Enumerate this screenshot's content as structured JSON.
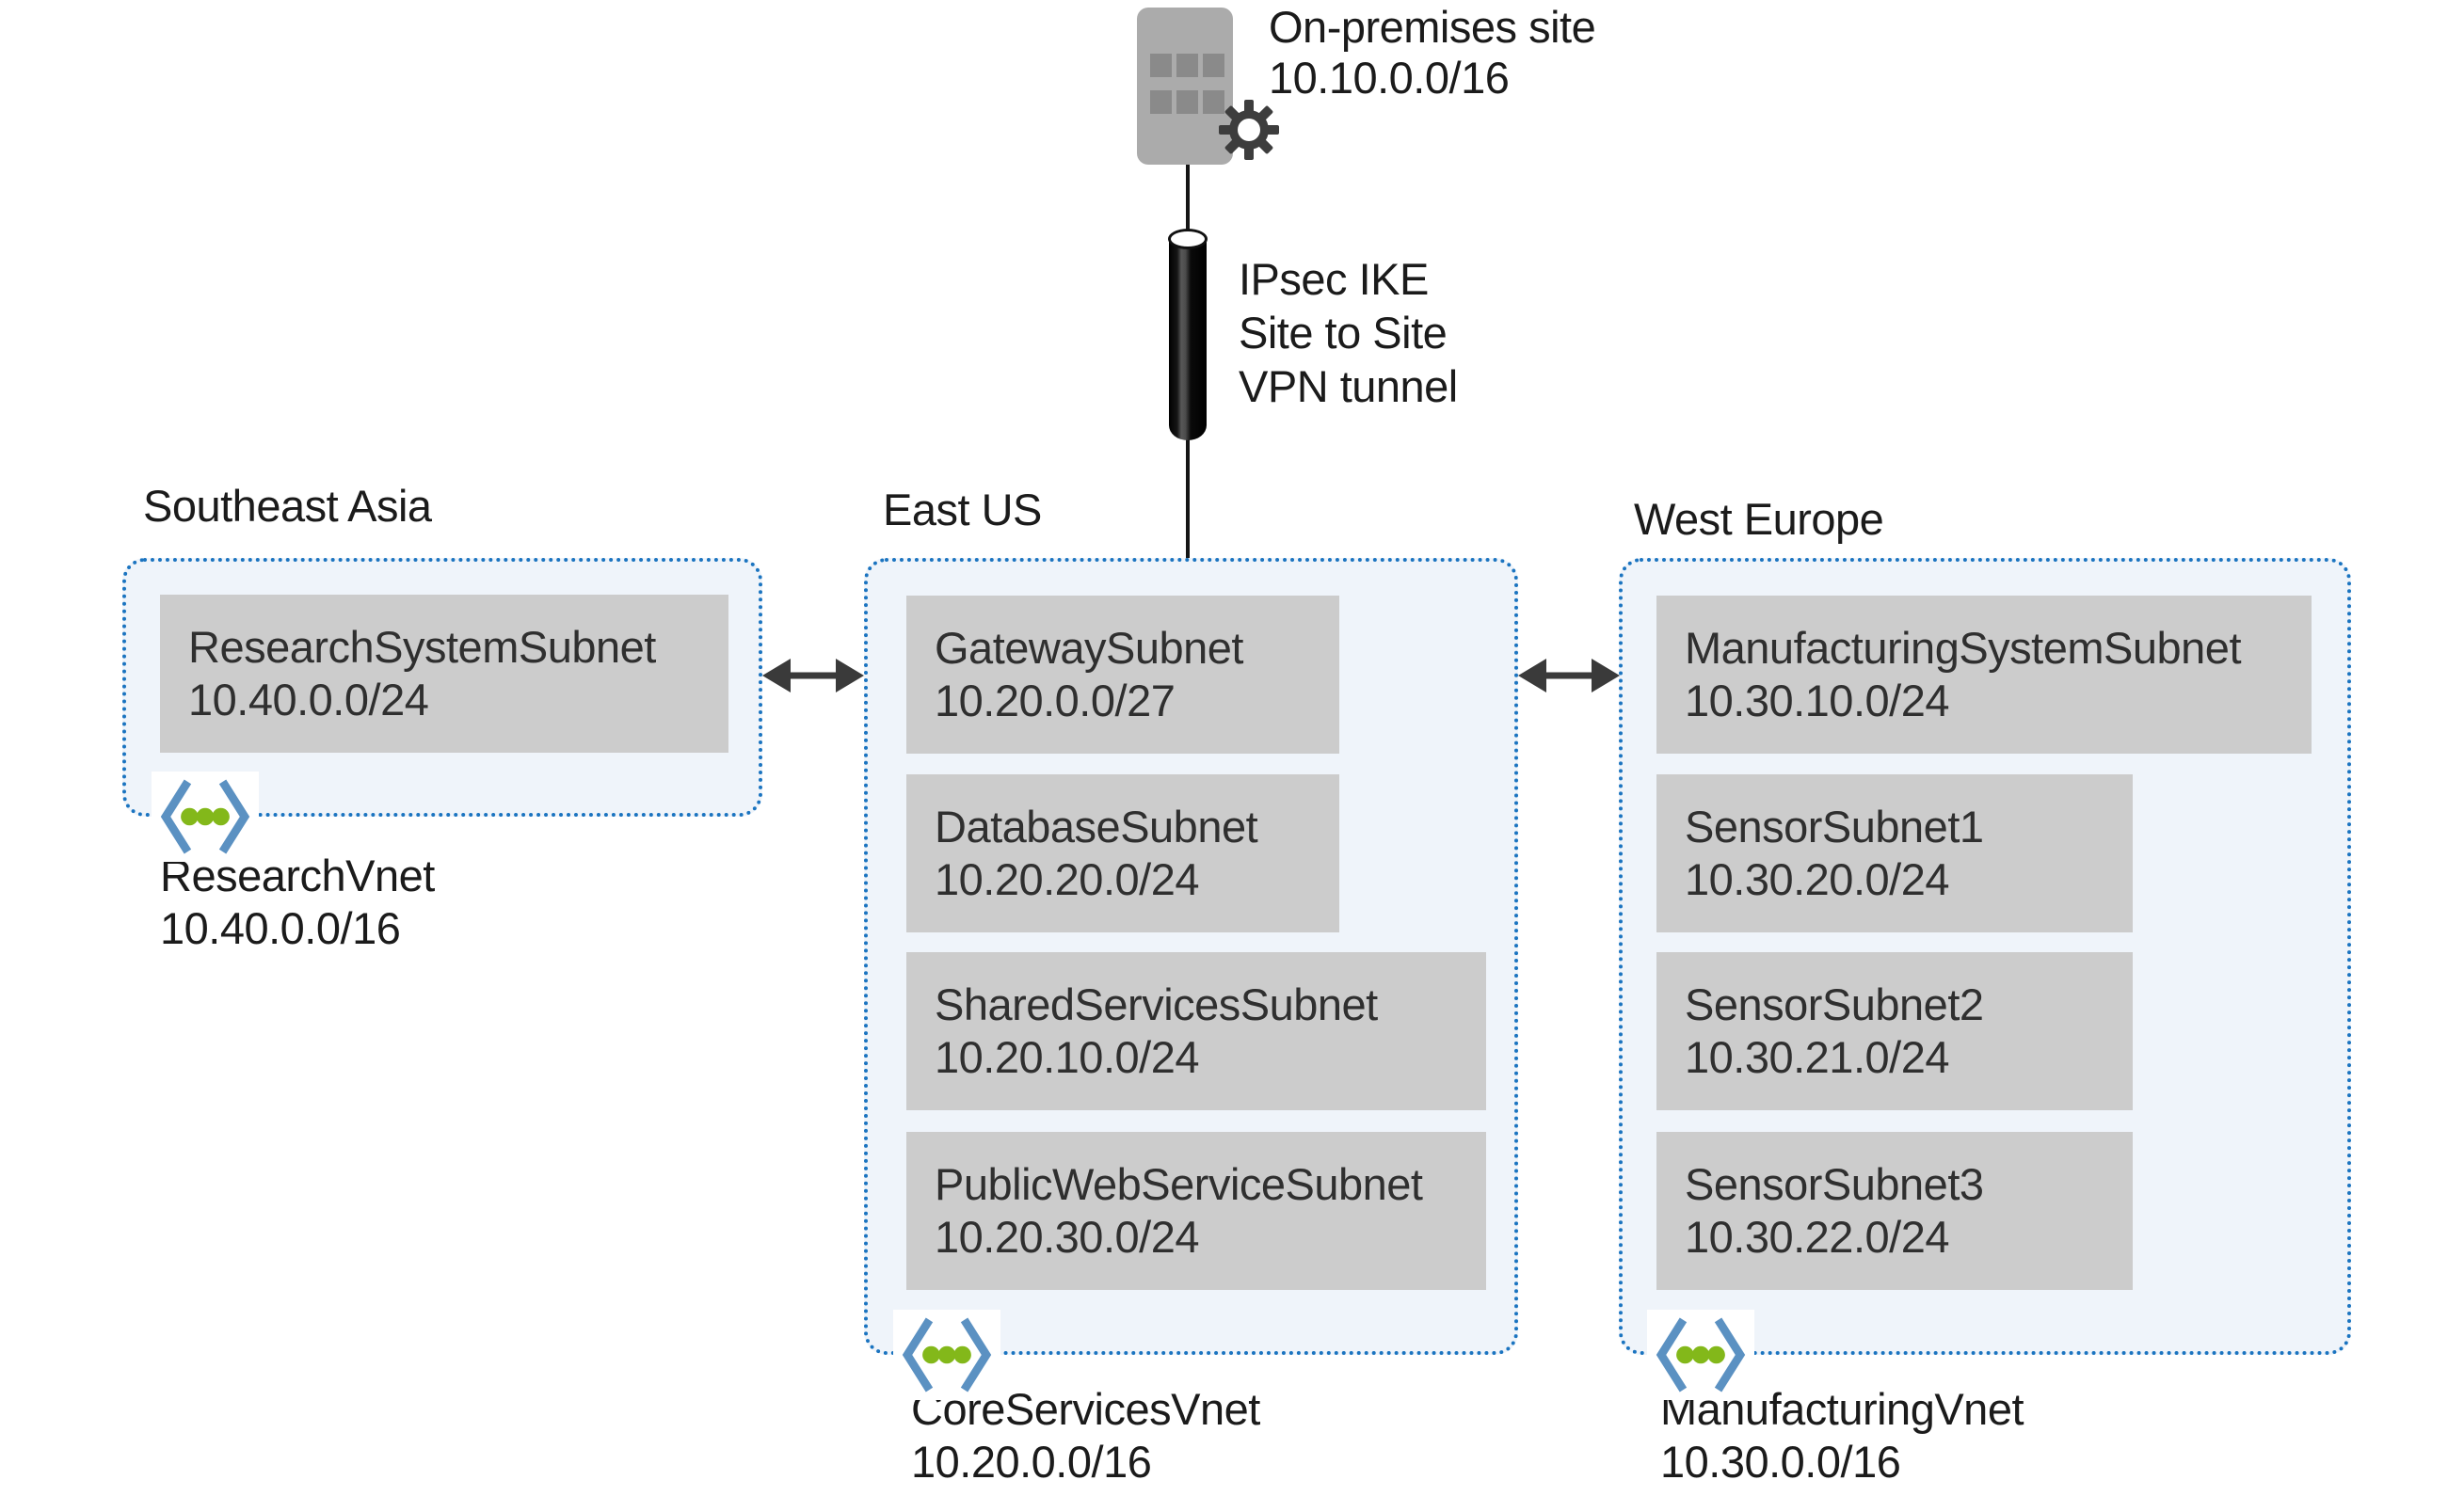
{
  "diagram": {
    "onprem": {
      "label": "On-premises site",
      "cidr": "10.10.0.0/16"
    },
    "tunnel": {
      "lines": [
        "IPsec IKE",
        "Site to Site",
        "VPN tunnel"
      ]
    },
    "regions": [
      {
        "name": "Southeast Asia",
        "vnet": {
          "name": "ResearchVnet",
          "cidr": "10.40.0.0/16"
        },
        "subnets": [
          {
            "name": "ResearchSystemSubnet",
            "cidr": "10.40.0.0/24"
          }
        ]
      },
      {
        "name": "East US",
        "vnet": {
          "name": "CoreServicesVnet",
          "cidr": "10.20.0.0/16"
        },
        "subnets": [
          {
            "name": "GatewaySubnet",
            "cidr": "10.20.0.0/27"
          },
          {
            "name": "DatabaseSubnet",
            "cidr": "10.20.20.0/24"
          },
          {
            "name": "SharedServicesSubnet",
            "cidr": "10.20.10.0/24"
          },
          {
            "name": "PublicWebServiceSubnet",
            "cidr": "10.20.30.0/24"
          }
        ]
      },
      {
        "name": "West Europe",
        "vnet": {
          "name": "ManufacturingVnet",
          "cidr": "10.30.0.0/16"
        },
        "subnets": [
          {
            "name": "ManufacturingSystemSubnet",
            "cidr": "10.30.10.0/24"
          },
          {
            "name": "SensorSubnet1",
            "cidr": "10.30.20.0/24"
          },
          {
            "name": "SensorSubnet2",
            "cidr": "10.30.21.0/24"
          },
          {
            "name": "SensorSubnet3",
            "cidr": "10.30.22.0/24"
          }
        ]
      }
    ],
    "icons": {
      "onprem": "office-building-with-gear-icon",
      "tunnel": "pipe-cylinder-icon",
      "vnet": "virtual-network-brackets-dots-icon",
      "peering": "double-headed-arrow-icon"
    },
    "colors": {
      "region_border": "#1b74c0",
      "region_fill": "#eff4fa",
      "subnet_fill": "#cccccc",
      "subnet_text": "#2f2f2f",
      "label_text": "#1b1b1b",
      "arrow": "#3a3a3a",
      "vnet_bracket": "#5b91c2",
      "vnet_dot": "#83b81a",
      "building": "#ababab",
      "building_window": "#8a8a8a",
      "gear": "#3d3d3d",
      "tunnel_body": "#0d0d0d"
    }
  }
}
